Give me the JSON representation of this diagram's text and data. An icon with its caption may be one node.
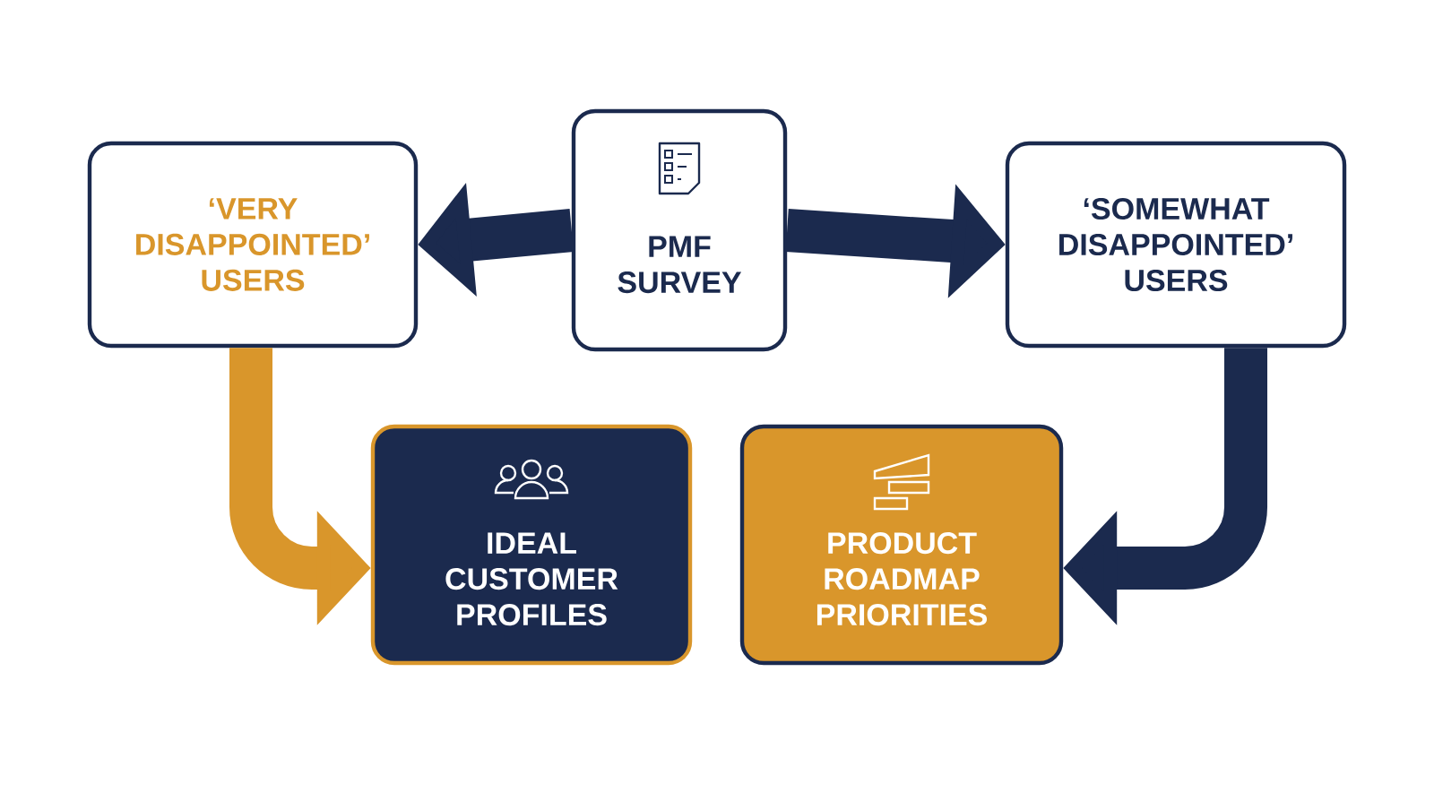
{
  "diagram": {
    "nodes": [
      {
        "text": [
          "PMF SURVEY"
        ]
      },
      {
        "text": [
          "‘VERY DISAPPOINTED’ USERS"
        ]
      },
      {
        "text": [
          "‘SOMEWHAT DISAPPOINTED’ USERS"
        ]
      },
      {
        "text": [
          "IDEAL CUSTOMER PROFILES"
        ]
      },
      {
        "text": [
          "PRODUCT ROADMAP PRIORITIES"
        ]
      }
    ],
    "edges": [
      {
        "from": 0,
        "to": 1,
        "arrow": "to"
      },
      {
        "from": 0,
        "to": 2,
        "arrow": "to"
      },
      {
        "from": 1,
        "to": 3,
        "arrow": "to",
        "color": "#d9962b"
      },
      {
        "from": 2,
        "to": 4,
        "arrow": "to"
      }
    ]
  }
}
